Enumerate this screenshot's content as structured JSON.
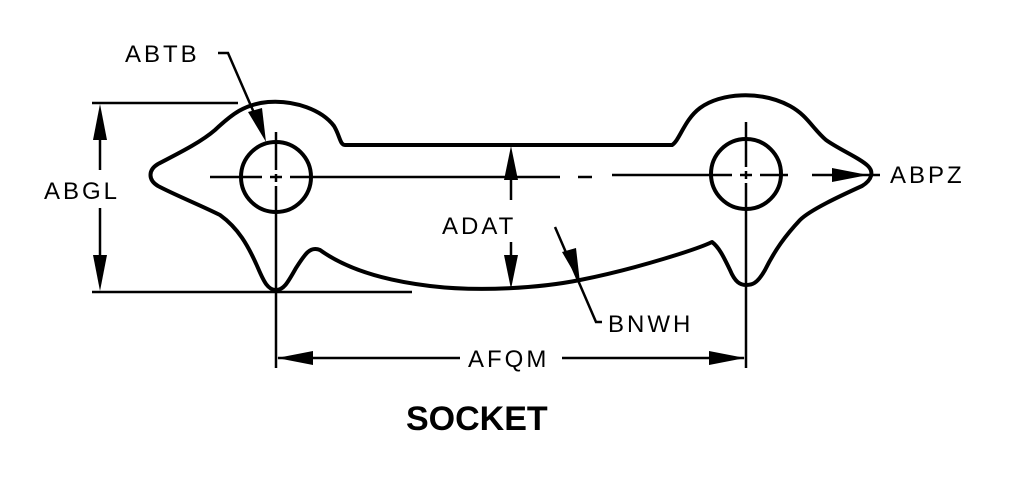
{
  "diagram": {
    "title": "SOCKET",
    "labels": {
      "abtb": "ABTB",
      "abgl": "ABGL",
      "adat": "ADAT",
      "abpz": "ABPZ",
      "bnwh": "BNWH",
      "afqm": "AFQM"
    },
    "colors": {
      "line": "#000000",
      "background": "#ffffff"
    }
  }
}
